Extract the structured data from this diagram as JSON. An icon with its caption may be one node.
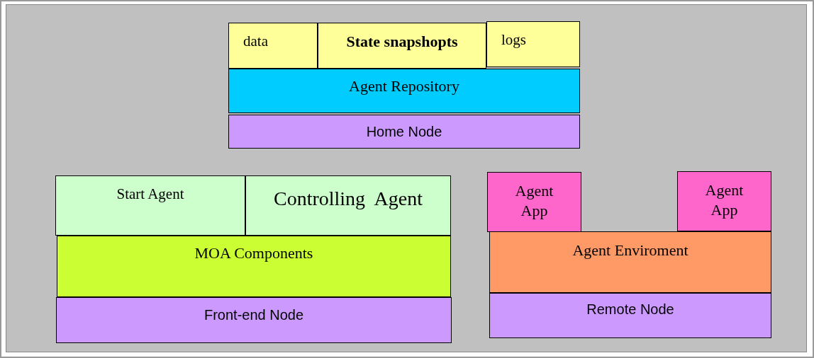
{
  "diagram": {
    "nodes": [
      {
        "text": [
          "data"
        ]
      },
      {
        "text": [
          "State snapshopts"
        ]
      },
      {
        "text": [
          "logs"
        ]
      },
      {
        "text": [
          "Agent Repository"
        ]
      },
      {
        "text": [
          "Home Node"
        ]
      },
      {
        "text": [
          "Start Agent"
        ]
      },
      {
        "text": [
          "Controlling  Agent"
        ]
      },
      {
        "text": [
          "MOA Components"
        ]
      },
      {
        "text": [
          "Front-end Node"
        ]
      },
      {
        "text": [
          "Agent App"
        ]
      },
      {
        "text": [
          "Agent App"
        ]
      },
      {
        "text": [
          "Agent Enviroment"
        ]
      },
      {
        "text": [
          "Remote Node"
        ]
      }
    ],
    "edges": []
  }
}
